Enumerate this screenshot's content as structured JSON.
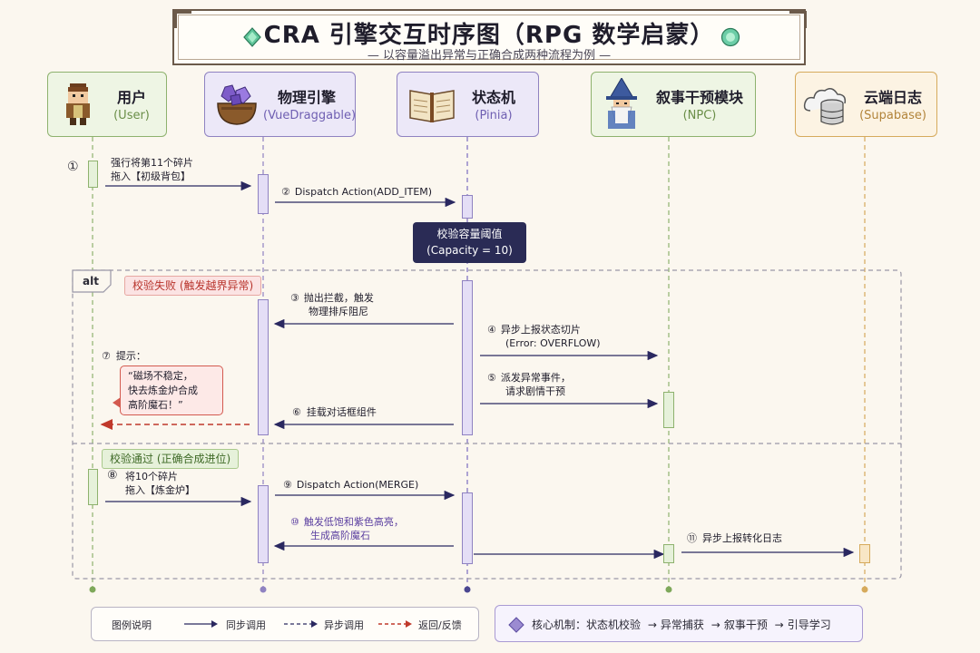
{
  "title": {
    "main": "CRA 引擎交互时序图（RPG 数学启蒙）",
    "subtitle": "— 以容量溢出异常与正确合成两种流程为例 —"
  },
  "participants": [
    {
      "name": "用户",
      "sub": "(User)",
      "icon": "adventurer-icon",
      "color": "#8eb26e"
    },
    {
      "name": "物理引擎",
      "sub": "(VueDraggable)",
      "icon": "gem-bag-icon",
      "color": "#8f82c1"
    },
    {
      "name": "状态机",
      "sub": "(Pinia)",
      "icon": "book-icon",
      "color": "#8f82c1"
    },
    {
      "name": "叙事干预模块",
      "sub": "(NPC)",
      "icon": "wizard-icon",
      "color": "#8eb26e"
    },
    {
      "name": "云端日志",
      "sub": "(Supabase)",
      "icon": "cloud-database-icon",
      "color": "#d6aa5c"
    }
  ],
  "messages": {
    "m1": {
      "num": "①",
      "line1": "强行将第11个碎片",
      "line2": "拖入【初级背包】"
    },
    "m2": {
      "num": "②",
      "text": "Dispatch Action(ADD_ITEM)"
    },
    "check": {
      "line1": "校验容量阈值",
      "line2": "(Capacity = 10)"
    },
    "m3": {
      "num": "③",
      "line1": "抛出拦截，触发",
      "line2": "物理排斥阻尼"
    },
    "m4": {
      "num": "④",
      "line1": "异步上报状态切片",
      "line2": "(Error: OVERFLOW)"
    },
    "m5": {
      "num": "⑤",
      "line1": "派发异常事件，",
      "line2": "请求剧情干预"
    },
    "m6": {
      "num": "⑥",
      "text": "挂载对话框组件"
    },
    "m7": {
      "num": "⑦",
      "text": "提示：",
      "bubble1": "“磁场不稳定，",
      "bubble2": "快去炼金炉合成",
      "bubble3": "高阶魔石！”"
    },
    "m8": {
      "num": "⑧",
      "line1": "将10个碎片",
      "line2": "拖入【炼金炉】"
    },
    "m9": {
      "num": "⑨",
      "text": "Dispatch Action(MERGE)"
    },
    "m10": {
      "num": "⑩",
      "line1": "触发低饱和紫色高亮，",
      "line2": "生成高阶魔石"
    },
    "m11": {
      "num": "⑪",
      "text": "异步上报转化日志"
    }
  },
  "alt": {
    "tag": "alt",
    "fail_label": "校验失败 (触发越界异常)",
    "pass_label": "校验通过 (正确合成进位)"
  },
  "legend": {
    "title": "图例说明",
    "sync": "同步调用",
    "async": "异步调用",
    "return": "返回/反馈",
    "core_label": "核心机制：",
    "core_steps": [
      "状态机校验",
      "异常捕获",
      "叙事干预",
      "引导学习"
    ]
  },
  "colors": {
    "arrow": "#2a2860",
    "return": "#c0392b",
    "fail_bg": "#fbe3e3",
    "pass_bg": "#e6f1da",
    "check_bg": "#2a2b55"
  }
}
